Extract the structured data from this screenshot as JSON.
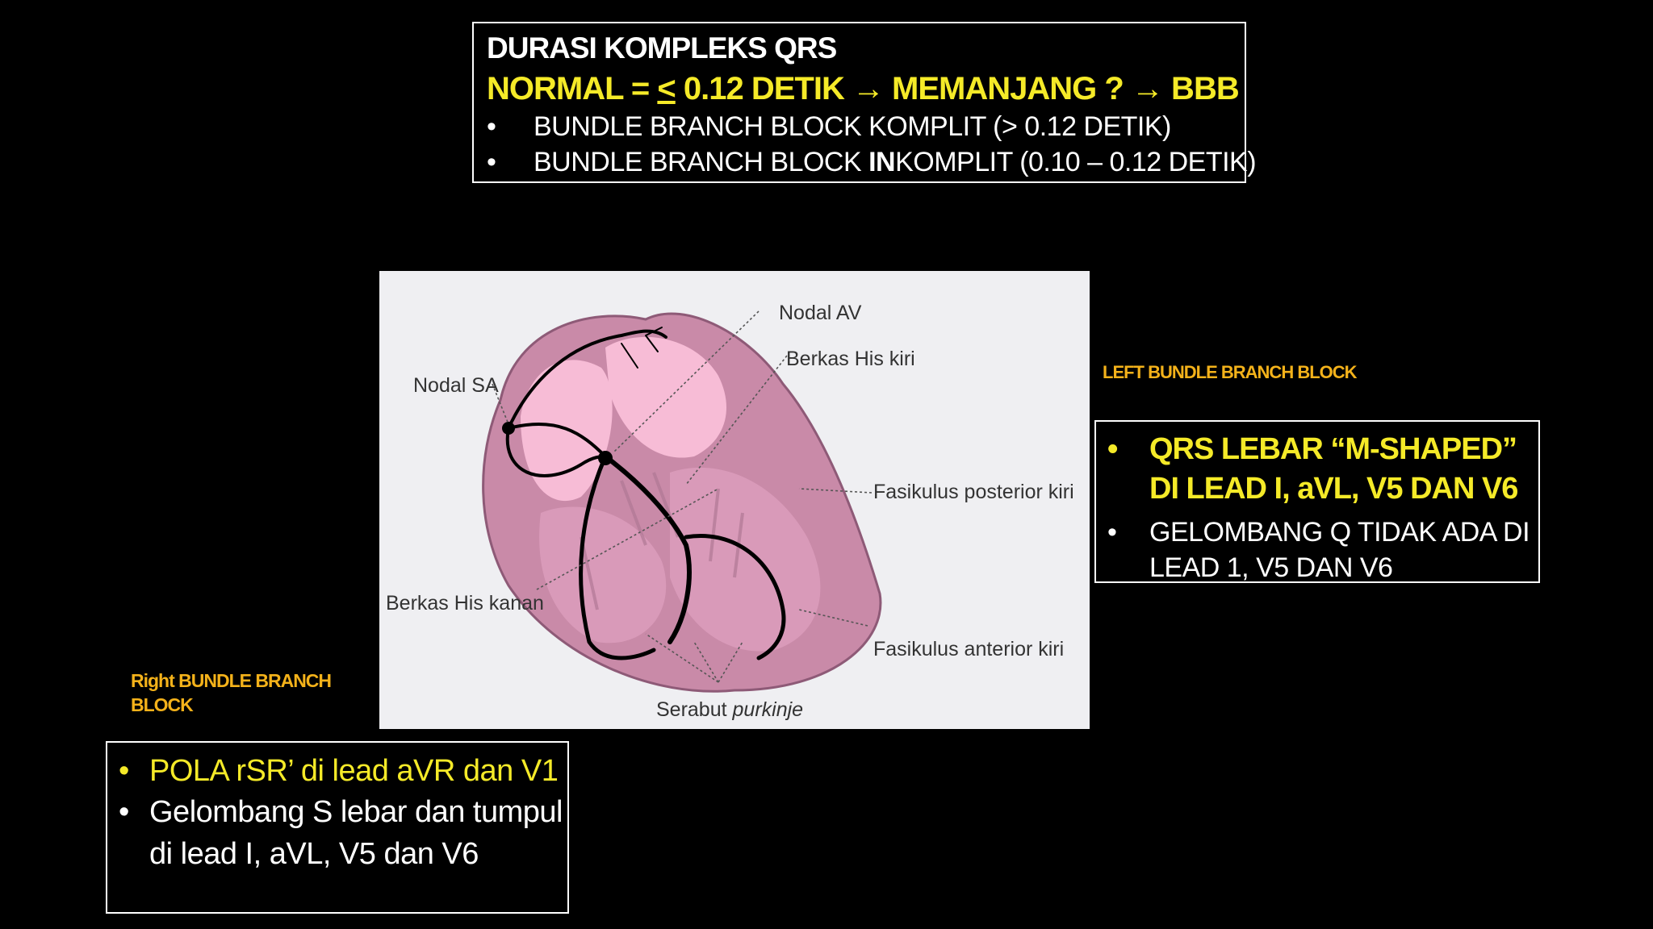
{
  "top": {
    "title": "DURASI KOMPLEKS QRS",
    "normal_prefix": "NORMAL = ",
    "normal_lt": "<",
    "normal_rest": " 0.12 DETIK → MEMANJANG ? → BBB",
    "bullet1": "BUNDLE BRANCH BLOCK KOMPLIT (> 0.12 DETIK)",
    "bullet2_a": "BUNDLE BRANCH BLOCK ",
    "bullet2_b": "IN",
    "bullet2_c": "KOMPLIT (0.10 – 0.12 DETIK)"
  },
  "diagram": {
    "labels": {
      "nodal_av": "Nodal AV",
      "berkas_his_kiri": "Berkas His kiri",
      "nodal_sa": "Nodal SA",
      "fasikulus_posterior": "Fasikulus posterior kiri",
      "berkas_his_kanan": "Berkas His kanan",
      "fasikulus_anterior": "Fasikulus anterior kiri",
      "serabut": "Serabut ",
      "purkinje": "purkinje"
    }
  },
  "lbbb": {
    "label": "LEFT BUNDLE BRANCH BLOCK",
    "bullet1": "QRS LEBAR “M-SHAPED” DI LEAD I, aVL, V5 DAN V6",
    "bullet2": "GELOMBANG Q TIDAK ADA DI LEAD 1, V5 DAN V6"
  },
  "rbbb": {
    "label": "Right BUNDLE BRANCH BLOCK",
    "bullet1": "POLA rSR’ di lead aVR dan V1",
    "bullet2": "Gelombang S lebar dan tumpul di lead I, aVL, V5 dan V6"
  },
  "colors": {
    "background": "#000000",
    "yellow": "#f5ea28",
    "orange": "#f4b21a",
    "heart_outer": "#c98aa8",
    "heart_inner": "#f7bcd6",
    "conduction": "#000000"
  },
  "bullet_symbol": "•"
}
